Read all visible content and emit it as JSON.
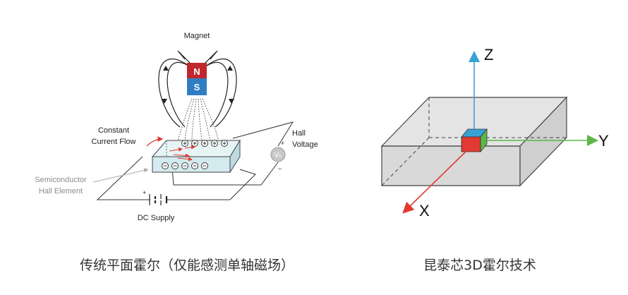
{
  "left_diagram": {
    "magnet_label": "Magnet",
    "pole_north": "N",
    "pole_south": "S",
    "current_label_line1": "Constant",
    "current_label_line2": "Current Flow",
    "hall_voltage_line1": "Hall",
    "hall_voltage_line2": "Voltage",
    "voltmeter_symbol": "Vₕ",
    "voltage_plus": "+",
    "voltage_minus": "−",
    "semiconductor_line1": "Semiconductor",
    "semiconductor_line2": "Hall Element",
    "supply_label": "DC Supply",
    "supply_plus": "+",
    "caption": "传统平面霍尔（仅能感测单轴磁场）"
  },
  "right_diagram": {
    "axis_z": "Z",
    "axis_y": "Y",
    "axis_x": "X",
    "caption": "昆泰芯3D霍尔技术"
  },
  "colors": {
    "north_pole": "#c0262c",
    "south_pole": "#2f7ec3",
    "z_axis": "#37a3d5",
    "y_axis": "#5cb748",
    "x_axis": "#e03a32",
    "plate_fill": "#dff0f3",
    "box_fill": "#dedede"
  }
}
